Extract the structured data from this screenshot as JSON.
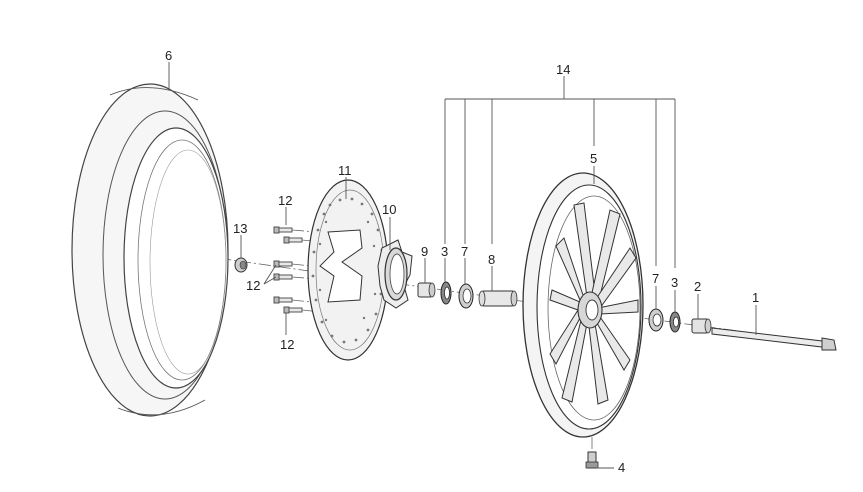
{
  "diagram": {
    "callouts": {
      "c1": "1",
      "c2": "2",
      "c3a": "3",
      "c3b": "3",
      "c4": "4",
      "c5": "5",
      "c6": "6",
      "c7a": "7",
      "c7b": "7",
      "c8": "8",
      "c9": "9",
      "c10": "10",
      "c11": "11",
      "c12a": "12",
      "c12b": "12",
      "c12c": "12",
      "c13": "13",
      "c14": "14"
    }
  }
}
